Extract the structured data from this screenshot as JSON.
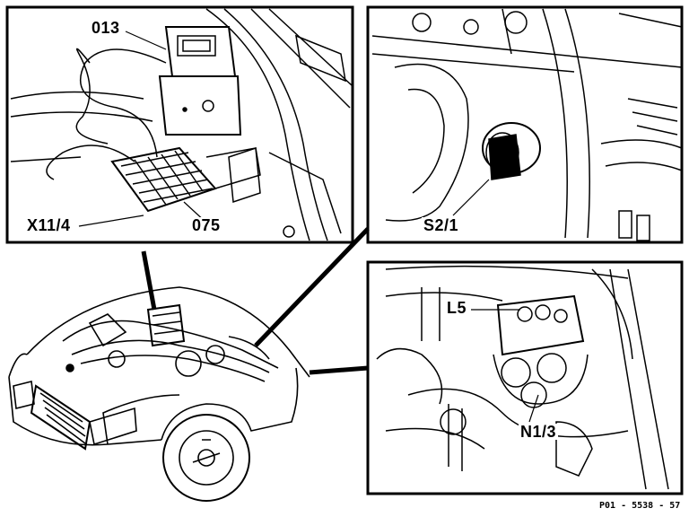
{
  "labels": {
    "o13": "013",
    "x11_4": "X11/4",
    "o75": "075",
    "s2_1": "S2/1",
    "l5": "L5",
    "n1_3": "N1/3"
  },
  "figure_ref": "P01 - 5538 - 57"
}
